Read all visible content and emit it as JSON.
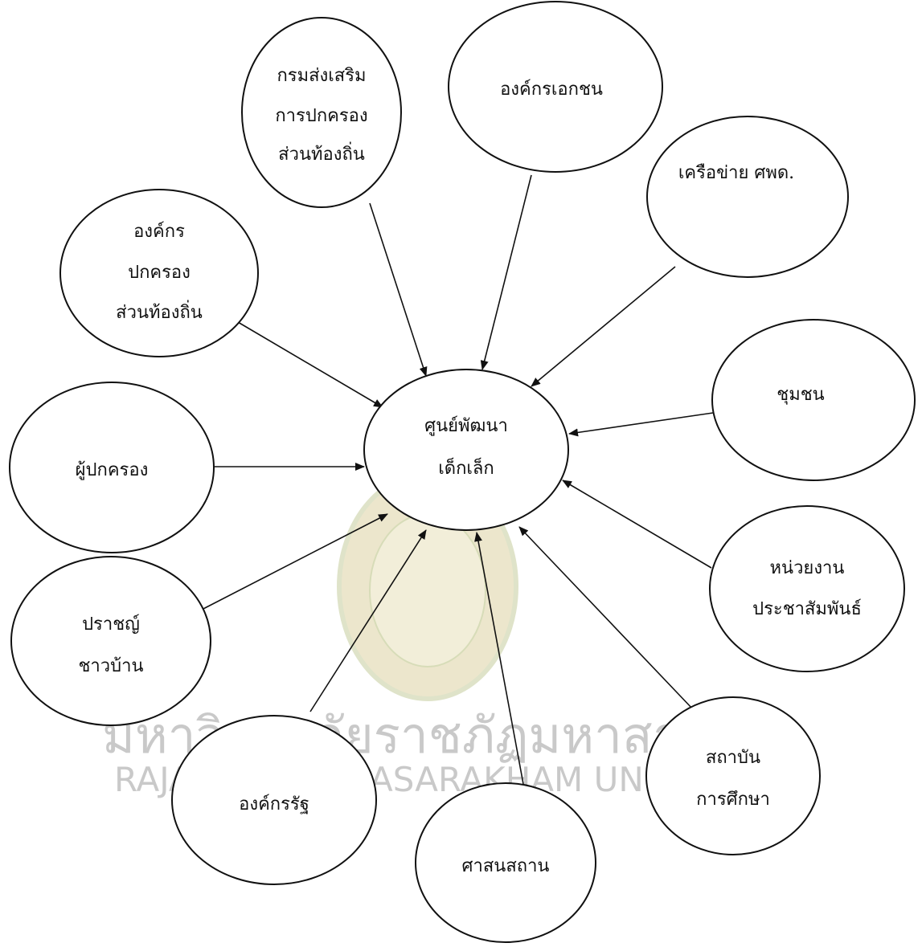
{
  "diagram": {
    "center": {
      "id": "center",
      "lines": [
        "ศูนย์พัฒนา",
        "เด็กเล็ก"
      ]
    },
    "nodes": [
      {
        "id": "dla",
        "lines": [
          "กรมส่งเสริม",
          "การปกครอง",
          "ส่วนท้องถิ่น"
        ]
      },
      {
        "id": "ngo",
        "lines": [
          "องค์กรเอกชน"
        ]
      },
      {
        "id": "cdc-network",
        "lines": [
          "เครือข่าย ศพด."
        ]
      },
      {
        "id": "lao",
        "lines": [
          "องค์กร",
          "ปกครอง",
          "ส่วนท้องถิ่น"
        ]
      },
      {
        "id": "community",
        "lines": [
          "ชุมชน"
        ]
      },
      {
        "id": "parents",
        "lines": [
          "ผู้ปกครอง"
        ]
      },
      {
        "id": "pr-unit",
        "lines": [
          "หน่วยงาน",
          "ประชาสัมพันธ์"
        ]
      },
      {
        "id": "local-wisdom",
        "lines": [
          "ปราชญ์",
          "ชาวบ้าน"
        ]
      },
      {
        "id": "education-institution",
        "lines": [
          "สถาบัน",
          "การศึกษา"
        ]
      },
      {
        "id": "government",
        "lines": [
          "องค์กรรัฐ"
        ]
      },
      {
        "id": "religious-place",
        "lines": [
          "ศาสนสถาน"
        ]
      }
    ],
    "edges": [
      {
        "from": "dla",
        "to": "center"
      },
      {
        "from": "ngo",
        "to": "center"
      },
      {
        "from": "cdc-network",
        "to": "center"
      },
      {
        "from": "lao",
        "to": "center"
      },
      {
        "from": "community",
        "to": "center"
      },
      {
        "from": "parents",
        "to": "center"
      },
      {
        "from": "pr-unit",
        "to": "center"
      },
      {
        "from": "local-wisdom",
        "to": "center"
      },
      {
        "from": "education-institution",
        "to": "center"
      },
      {
        "from": "government",
        "to": "center"
      },
      {
        "from": "religious-place",
        "to": "center"
      }
    ]
  },
  "watermark": {
    "line1": "มหาวิทยาลัยราชภัฏมหาสารคาม",
    "line2": "RAJABHAT MAHASARAKHAM UNIVERSITY"
  },
  "colors": {
    "stroke": "#111111",
    "watermark_text": "#c9c9c9",
    "seal": "#ece6cc"
  }
}
